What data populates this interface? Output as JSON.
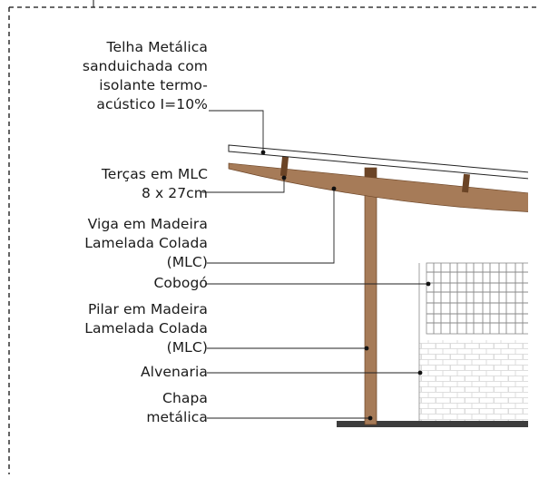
{
  "labels": {
    "telha": [
      "Telha Metálica",
      "sanduichada com",
      "isolante termo-",
      "acústico I=10%"
    ],
    "tercas": [
      "Terças em MLC",
      "8 x 27cm"
    ],
    "viga": [
      "Viga em Madeira",
      "Lamelada Colada",
      "(MLC)"
    ],
    "cobogo": [
      "Cobogó"
    ],
    "pilar": [
      "Pilar em Madeira",
      "Lamelada Colada",
      "(MLC)"
    ],
    "alvenaria": [
      "Alvenaria"
    ],
    "chapa": [
      "Chapa",
      "metálica"
    ]
  },
  "colors": {
    "wood": "#a67b58",
    "wood_dark": "#6b4426",
    "line": "#222222",
    "brick_line": "#d4d4d4"
  }
}
